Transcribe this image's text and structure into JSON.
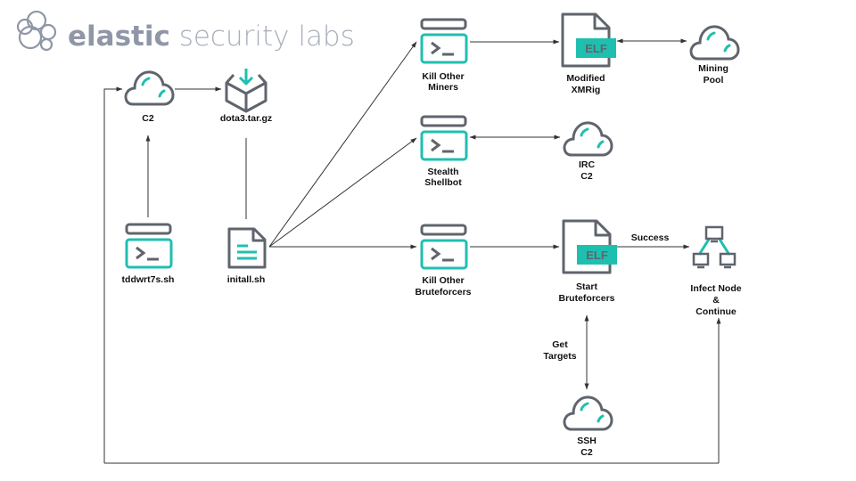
{
  "brand": {
    "strong": "elastic",
    "light": " security labs",
    "logo_icon": "elastic-cluster-logo-icon"
  },
  "colors": {
    "accent": "#1fbfb0",
    "icon_stroke": "#5f646d",
    "edge": "#333333",
    "label": "#111111",
    "brand_text": "#9aa1af"
  },
  "nodes": [
    {
      "id": "c2",
      "icon": "cloud",
      "label": [
        "C2"
      ]
    },
    {
      "id": "dota",
      "icon": "package-download",
      "label": [
        "dota3.tar.gz"
      ]
    },
    {
      "id": "tddwrt",
      "icon": "terminal",
      "label": [
        "tddwrt7s.sh"
      ]
    },
    {
      "id": "initall",
      "icon": "document",
      "label": [
        "initall.sh"
      ]
    },
    {
      "id": "killminers",
      "icon": "terminal",
      "label": [
        "Kill Other",
        "Miners"
      ]
    },
    {
      "id": "xmrig",
      "icon": "elf-file",
      "badge": "ELF",
      "label": [
        "Modified",
        "XMRig"
      ]
    },
    {
      "id": "pool",
      "icon": "cloud",
      "label": [
        "Mining",
        "Pool"
      ]
    },
    {
      "id": "shellbot",
      "icon": "terminal",
      "label": [
        "Stealth",
        "Shellbot"
      ]
    },
    {
      "id": "irc",
      "icon": "cloud",
      "label": [
        "IRC",
        "C2"
      ]
    },
    {
      "id": "killbrute",
      "icon": "terminal",
      "label": [
        "Kill Other",
        "Bruteforcers"
      ]
    },
    {
      "id": "startbrute",
      "icon": "elf-file",
      "badge": "ELF",
      "label": [
        "Start",
        "Bruteforcers"
      ]
    },
    {
      "id": "infect",
      "icon": "network",
      "label": [
        "Infect Node",
        "&",
        "Continue"
      ]
    },
    {
      "id": "sshc2",
      "icon": "cloud",
      "label": [
        "SSH",
        "C2"
      ]
    }
  ],
  "edges": [
    {
      "from": "tddwrt",
      "to": "c2",
      "direction": "forward"
    },
    {
      "from": "c2",
      "to": "dota",
      "direction": "forward"
    },
    {
      "from": "dota",
      "to": "initall",
      "direction": "none"
    },
    {
      "from": "initall",
      "to": "killminers",
      "direction": "forward"
    },
    {
      "from": "initall",
      "to": "shellbot",
      "direction": "forward"
    },
    {
      "from": "initall",
      "to": "killbrute",
      "direction": "forward"
    },
    {
      "from": "killminers",
      "to": "xmrig",
      "direction": "forward"
    },
    {
      "from": "xmrig",
      "to": "pool",
      "direction": "both"
    },
    {
      "from": "shellbot",
      "to": "irc",
      "direction": "both"
    },
    {
      "from": "killbrute",
      "to": "startbrute",
      "direction": "forward"
    },
    {
      "from": "startbrute",
      "to": "infect",
      "direction": "forward",
      "label": "Success"
    },
    {
      "from": "startbrute",
      "to": "sshc2",
      "direction": "both",
      "label": [
        "Get",
        "Targets"
      ]
    },
    {
      "from": "loop-bottom",
      "to": "infect",
      "direction": "forward"
    },
    {
      "from": "loop-left",
      "to": "c2",
      "direction": "forward"
    }
  ],
  "edge_labels": {
    "success": "Success",
    "get_targets": [
      "Get",
      "Targets"
    ]
  }
}
